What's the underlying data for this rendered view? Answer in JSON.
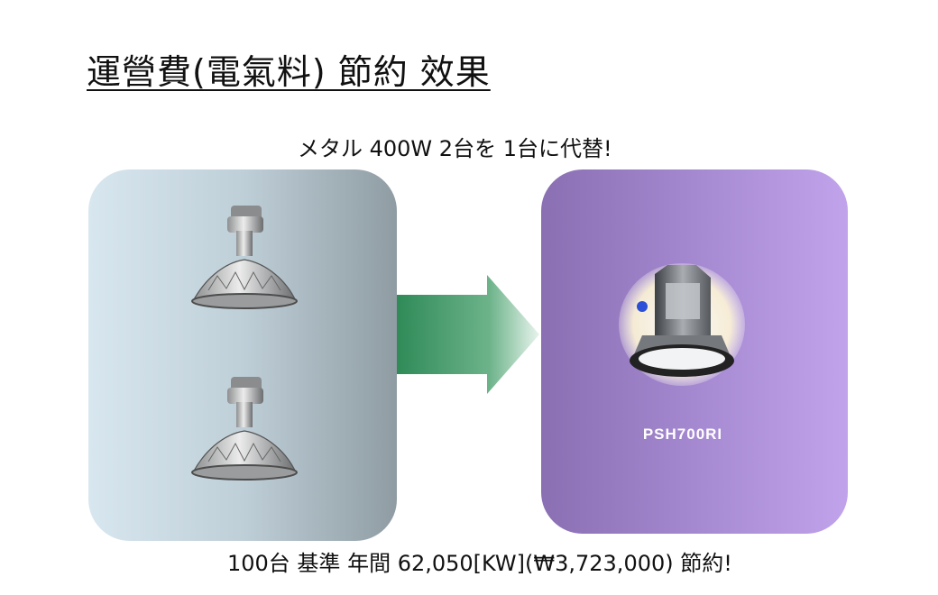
{
  "slide": {
    "title": "運營費(電氣料) 節約 效果",
    "subtitle": "メタル 400W 2台を 1台に代替!",
    "model_label": "PSH700RI",
    "footer": "100台 基準 年間 62,050[KW](₩3,723,000) 節約!",
    "colors": {
      "left_panel_start": "#d8e7ef",
      "left_panel_end": "#8f9ca3",
      "right_panel_start": "#8a6fb3",
      "right_panel_end": "#c1a3eb",
      "arrow": "#2f8a58"
    }
  }
}
